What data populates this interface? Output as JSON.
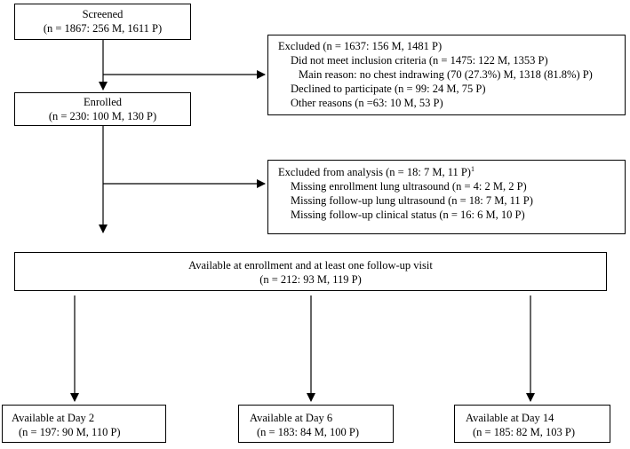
{
  "screened": {
    "title": "Screened",
    "detail": "(n = 1867: 256 M, 1611 P)"
  },
  "excluded": {
    "title": "Excluded (n = 1637: 156 M, 1481 P)",
    "items": [
      "Did not meet inclusion criteria (n = 1475: 122 M, 1353 P)",
      "Main reason: no chest indrawing (70 (27.3%) M, 1318 (81.8%) P)",
      "Declined to participate (n = 99: 24 M, 75 P)",
      "Other reasons (n =63: 10 M, 53 P)"
    ]
  },
  "enrolled": {
    "title": "Enrolled",
    "detail": "(n = 230: 100 M, 130 P)"
  },
  "excluded_analysis": {
    "title": "Excluded from analysis (n = 18: 7 M, 11 P)",
    "footnote": "1",
    "items": [
      "Missing enrollment lung ultrasound (n = 4: 2 M, 2 P)",
      "Missing follow-up lung ultrasound (n = 18: 7 M, 11 P)",
      "Missing follow-up clinical status (n = 16: 6 M, 10 P)"
    ]
  },
  "available": {
    "title": "Available at enrollment and at least one follow-up visit",
    "detail": "(n = 212: 93 M, 119 P)"
  },
  "day2": {
    "title": "Available at Day 2",
    "detail": "(n = 197: 90 M, 110 P)"
  },
  "day6": {
    "title": "Available at Day 6",
    "detail": "(n = 183: 84 M, 100 P)"
  },
  "day14": {
    "title": "Available at Day 14",
    "detail": "(n = 185: 82 M, 103 P)"
  }
}
